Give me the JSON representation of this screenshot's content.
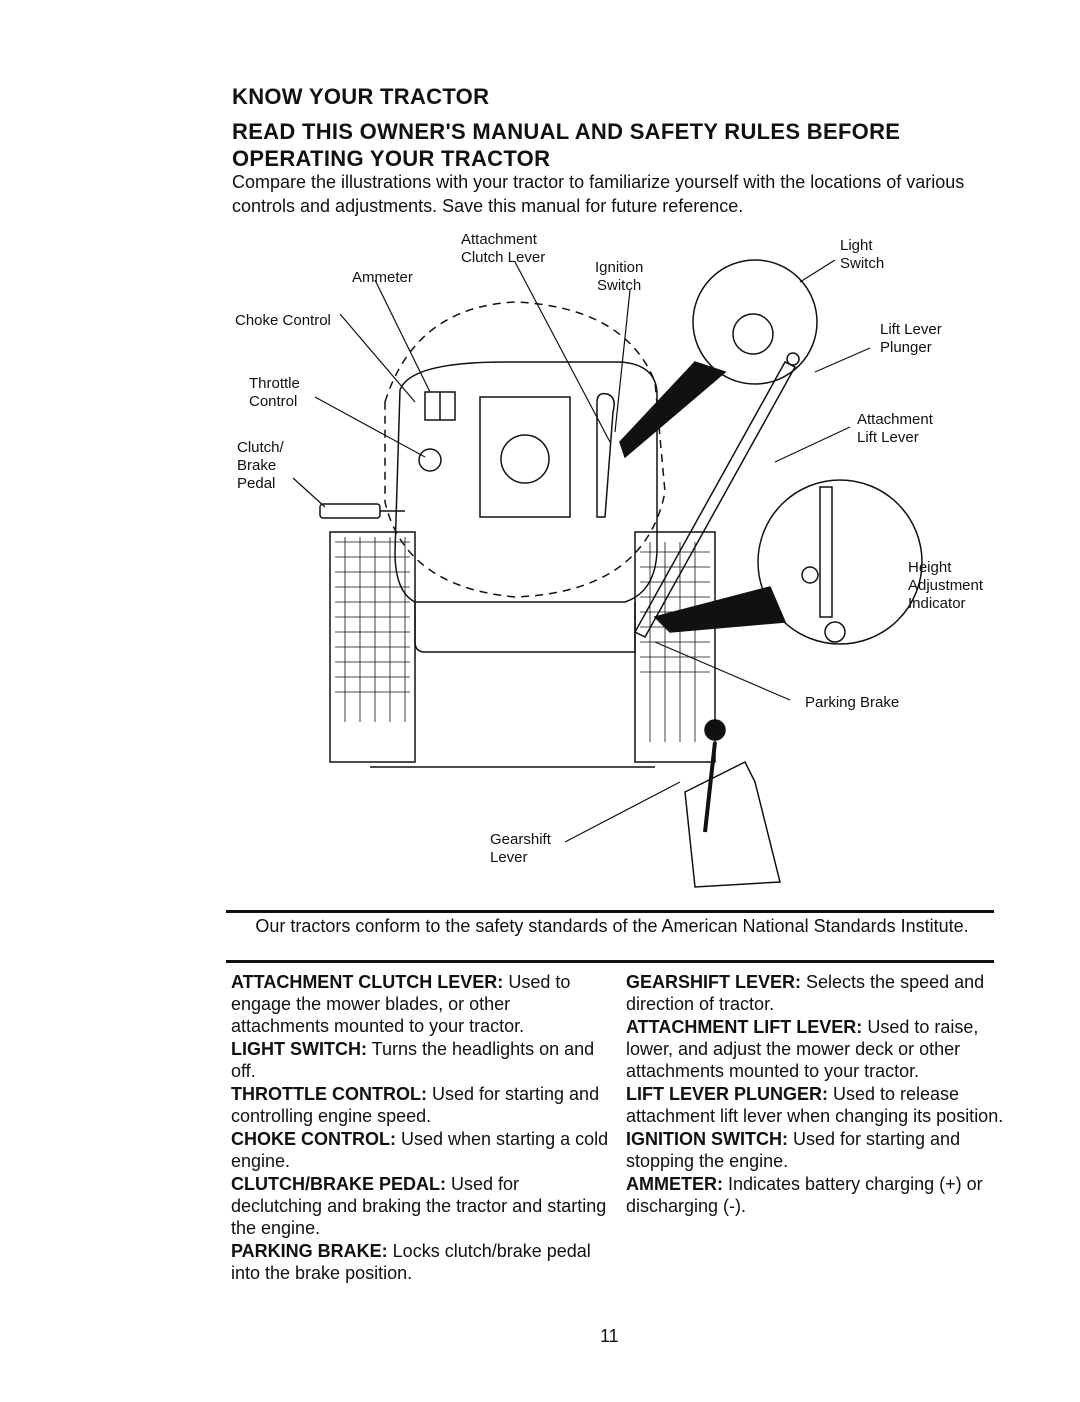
{
  "heading": "KNOW YOUR TRACTOR",
  "subheading": "READ THIS OWNER'S MANUAL AND SAFETY RULES BEFORE OPERATING YOUR TRACTOR",
  "intro": "Compare the illustrations with your tractor to familiarize yourself with the locations of various controls and adjustments. Save this manual for future reference.",
  "diagram_labels": {
    "attachment_clutch_lever_1": "Attachment",
    "attachment_clutch_lever_2": "Clutch Lever",
    "ammeter": "Ammeter",
    "ignition_switch_1": "Ignition",
    "ignition_switch_2": "Switch",
    "light_switch_1": "Light",
    "light_switch_2": "Switch",
    "choke_control": "Choke Control",
    "lift_lever_plunger_1": "Lift Lever",
    "lift_lever_plunger_2": "Plunger",
    "throttle_control_1": "Throttle",
    "throttle_control_2": "Control",
    "attachment_lift_lever_1": "Attachment",
    "attachment_lift_lever_2": "Lift Lever",
    "clutch_brake_pedal_1": "Clutch/",
    "clutch_brake_pedal_2": "Brake",
    "clutch_brake_pedal_3": "Pedal",
    "height_adjustment_indicator_1": "Height",
    "height_adjustment_indicator_2": "Adjustment",
    "height_adjustment_indicator_3": "Indicator",
    "parking_brake": "Parking Brake",
    "gearshift_lever_1": "Gearshift",
    "gearshift_lever_2": "Lever"
  },
  "notice": "Our tractors conform to the safety standards of the American National Standards Institute.",
  "descriptions_left": [
    {
      "term": "ATTACHMENT CLUTCH LEVER:",
      "text": " Used to engage the mower blades, or other attachments mounted to your tractor."
    },
    {
      "term": "LIGHT SWITCH:",
      "text": " Turns the headlights on and off."
    },
    {
      "term": "THROTTLE CONTROL:",
      "text": " Used for starting and controlling engine speed."
    },
    {
      "term": "CHOKE CONTROL:",
      "text": " Used when starting a cold engine."
    },
    {
      "term": "CLUTCH/BRAKE PEDAL:",
      "text": " Used for declutching and braking the tractor and starting the engine."
    },
    {
      "term": "PARKING BRAKE:",
      "text": " Locks clutch/brake pedal into the brake position."
    }
  ],
  "descriptions_right": [
    {
      "term": "GEARSHIFT LEVER:",
      "text": " Selects the speed and direction of tractor."
    },
    {
      "term": "ATTACHMENT LIFT LEVER:",
      "text": " Used to raise, lower, and adjust the mower deck or other attachments mounted to your tractor."
    },
    {
      "term": "LIFT LEVER PLUNGER:",
      "text": " Used to release attachment lift lever when changing its position."
    },
    {
      "term": "IGNITION SWITCH:",
      "text": " Used for starting and stopping the engine."
    },
    {
      "term": "AMMETER:",
      "text": " Indicates battery charging (+) or discharging (-)."
    }
  ],
  "page_number": "11"
}
